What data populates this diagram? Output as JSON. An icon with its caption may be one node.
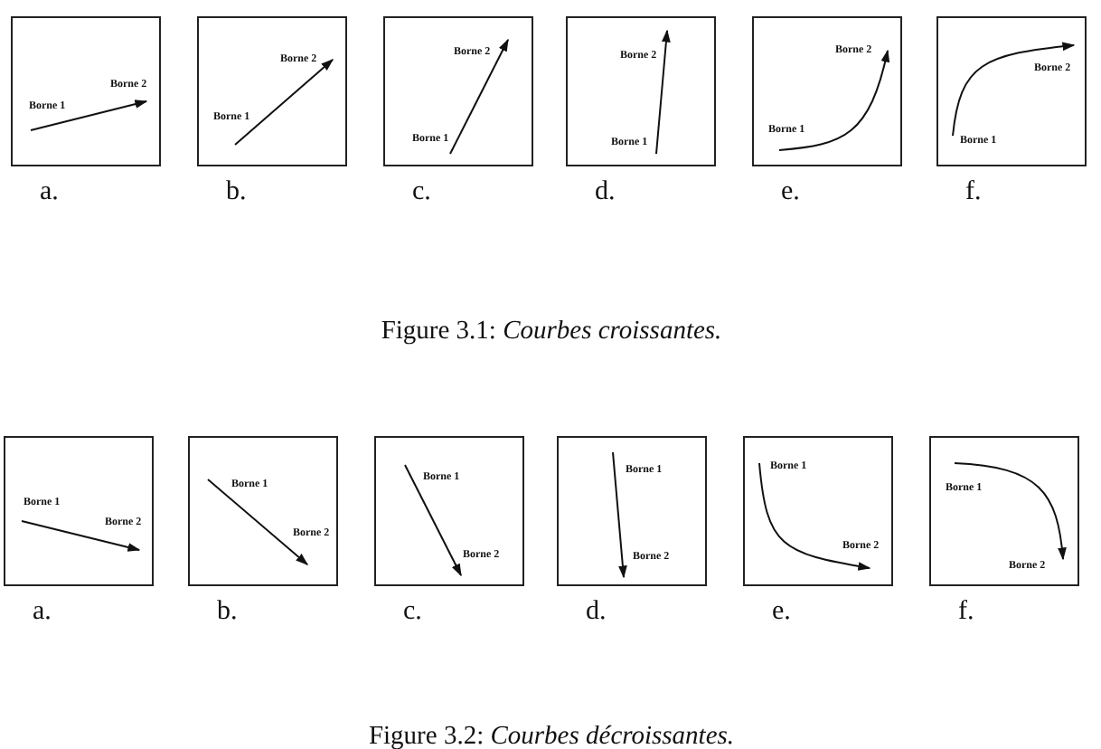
{
  "diagram": {
    "nodes": [
      {
        "text": [],
        "shape": "box",
        "beside": [
          "a."
        ]
      },
      {
        "text": [
          "Borne 2"
        ],
        "in": 0
      },
      {
        "text": [
          "Borne 1"
        ],
        "in": 0
      },
      {
        "text": [],
        "shape": "box",
        "beside": [
          "b."
        ]
      },
      {
        "text": [
          "Borne 2"
        ],
        "in": 3
      },
      {
        "text": [
          "Borne 1"
        ],
        "in": 3
      },
      {
        "text": [],
        "shape": "box",
        "beside": [
          "c."
        ]
      },
      {
        "text": [
          "Borne 2"
        ],
        "in": 6
      },
      {
        "text": [
          "Borne 1"
        ],
        "in": 6
      },
      {
        "text": [],
        "shape": "box",
        "beside": [
          "d."
        ]
      },
      {
        "text": [
          "Borne 2"
        ],
        "in": 9
      },
      {
        "text": [
          "Borne 1"
        ],
        "in": 9
      },
      {
        "text": [],
        "shape": "box",
        "beside": [
          "e."
        ]
      },
      {
        "text": [
          "Borne 2"
        ],
        "in": 12
      },
      {
        "text": [
          "Borne 1"
        ],
        "in": 12
      },
      {
        "text": [],
        "shape": "box",
        "beside": [
          "f."
        ]
      },
      {
        "text": [
          "Borne 2"
        ],
        "in": 15
      },
      {
        "text": [
          "Borne 1"
        ],
        "in": 15
      },
      {
        "text": [],
        "shape": "box",
        "beside": [
          "a."
        ]
      },
      {
        "text": [
          "Borne 1"
        ],
        "in": 18
      },
      {
        "text": [
          "Borne 2"
        ],
        "in": 18
      },
      {
        "text": [],
        "shape": "box",
        "beside": [
          "b."
        ]
      },
      {
        "text": [
          "Borne 1"
        ],
        "in": 21
      },
      {
        "text": [
          "Borne 2"
        ],
        "in": 21
      },
      {
        "text": [],
        "shape": "box",
        "beside": [
          "c."
        ]
      },
      {
        "text": [
          "Borne 1"
        ],
        "in": 24
      },
      {
        "text": [
          "Borne 2"
        ],
        "in": 24
      },
      {
        "text": [],
        "shape": "box",
        "beside": [
          "d."
        ]
      },
      {
        "text": [
          "Borne 1"
        ],
        "in": 27
      },
      {
        "text": [
          "Borne 2"
        ],
        "in": 27
      },
      {
        "text": [],
        "shape": "box",
        "beside": [
          "e."
        ]
      },
      {
        "text": [
          "Borne 1"
        ],
        "in": 30
      },
      {
        "text": [
          "Borne 2"
        ],
        "in": 30
      },
      {
        "text": [],
        "shape": "box",
        "beside": [
          "f."
        ]
      },
      {
        "text": [
          "Borne 1"
        ],
        "in": 33
      },
      {
        "text": [
          "Borne 2"
        ],
        "in": 33
      }
    ],
    "edges": [
      {
        "from": 2,
        "to": 1,
        "arrow": "to"
      },
      {
        "from": 5,
        "to": 4,
        "arrow": "to"
      },
      {
        "from": 8,
        "to": 7,
        "arrow": "to"
      },
      {
        "from": 11,
        "to": 10,
        "arrow": "to"
      },
      {
        "from": 14,
        "to": 13,
        "arrow": "to"
      },
      {
        "from": 17,
        "to": 16,
        "arrow": "to"
      },
      {
        "from": 19,
        "to": 20,
        "arrow": "to"
      },
      {
        "from": 22,
        "to": 23,
        "arrow": "to"
      },
      {
        "from": 25,
        "to": 26,
        "arrow": "to"
      },
      {
        "from": 28,
        "to": 29,
        "arrow": "to"
      },
      {
        "from": 31,
        "to": 32,
        "arrow": "to"
      },
      {
        "from": 34,
        "to": 35,
        "arrow": "to"
      }
    ],
    "labels": [
      "Figure 3.1: *Courbes croissantes.*",
      "Figure 3.2: *Courbes décroissantes.*"
    ]
  }
}
